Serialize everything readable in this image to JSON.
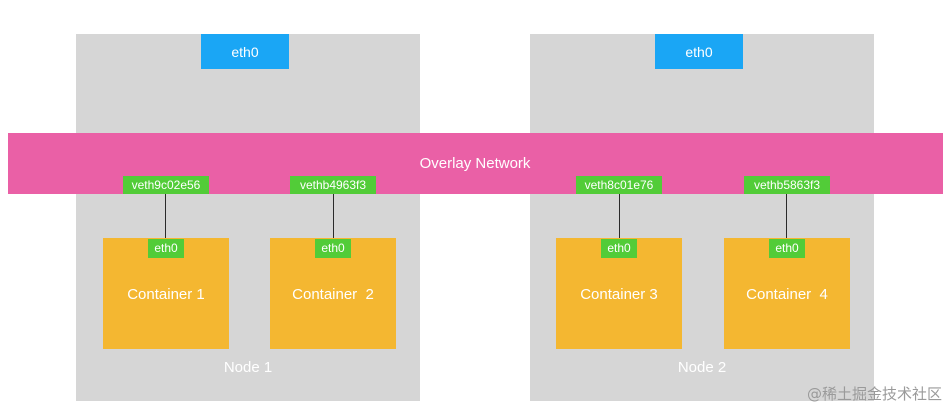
{
  "colors": {
    "node_bg": "#d6d6d6",
    "eth_top": "#1aa6f5",
    "overlay": "#ea60a6",
    "veth": "#52cc38",
    "container": "#f4b731"
  },
  "overlay": {
    "label": "Overlay Network"
  },
  "nodes": [
    {
      "label": "Node 1",
      "eth_label": "eth0",
      "containers": [
        {
          "label": "Container 1",
          "eth_label": "eth0",
          "veth": "veth9c02e56"
        },
        {
          "label": "Container  2",
          "eth_label": "eth0",
          "veth": "vethb4963f3"
        }
      ]
    },
    {
      "label": "Node 2",
      "eth_label": "eth0",
      "containers": [
        {
          "label": "Container 3",
          "eth_label": "eth0",
          "veth": "veth8c01e76"
        },
        {
          "label": "Container  4",
          "eth_label": "eth0",
          "veth": "vethb5863f3"
        }
      ]
    }
  ],
  "watermark": "@稀土掘金技术社区"
}
